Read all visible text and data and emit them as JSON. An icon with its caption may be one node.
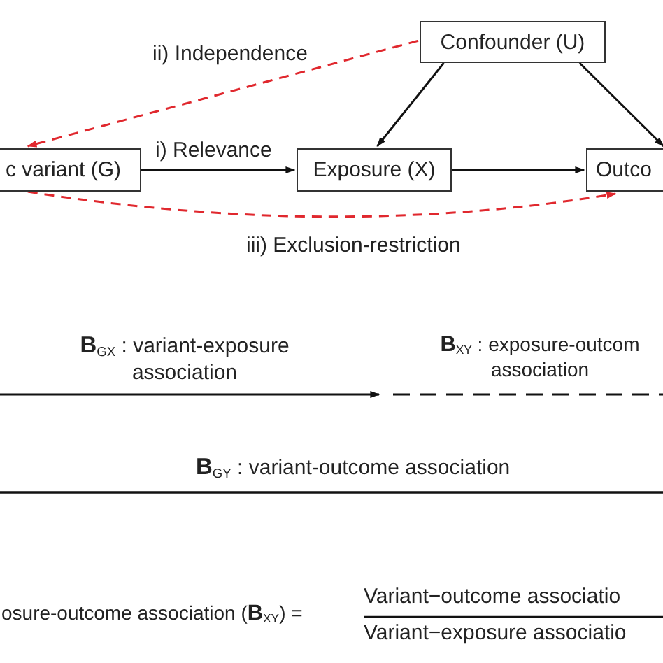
{
  "diagram": {
    "nodes": [
      {
        "text": [
          "Confounder (U)"
        ]
      },
      {
        "text": [
          "c variant (G)"
        ]
      },
      {
        "text": [
          "Exposure (X)"
        ]
      },
      {
        "text": [
          "Outco"
        ]
      }
    ],
    "edges": [
      {
        "from": 0,
        "to": 1,
        "arrow": "to",
        "label": "ii) Independence",
        "style": "dashed",
        "color": "#e0282e"
      },
      {
        "from": 0,
        "to": 2,
        "arrow": "to"
      },
      {
        "from": 0,
        "to": 3,
        "arrow": "to"
      },
      {
        "from": 1,
        "to": 2,
        "arrow": "to",
        "label": "i) Relevance"
      },
      {
        "from": 2,
        "to": 3,
        "arrow": "to"
      },
      {
        "from": 1,
        "to": 3,
        "arrow": "to",
        "label": "iii) Exclusion-restriction",
        "style": "dashed",
        "color": "#e0282e"
      }
    ],
    "labels": [
      "**B**$_{GX}$ : variant-exposure association",
      "**B**$_{XY}$ : exposure-outcom association",
      "**B**$_{GY}$ : variant-outcome association",
      "osure-outcome association (**B**$_{XY}$) =",
      "Variant−outcome associatio",
      "Variant−exposure associatio"
    ]
  }
}
